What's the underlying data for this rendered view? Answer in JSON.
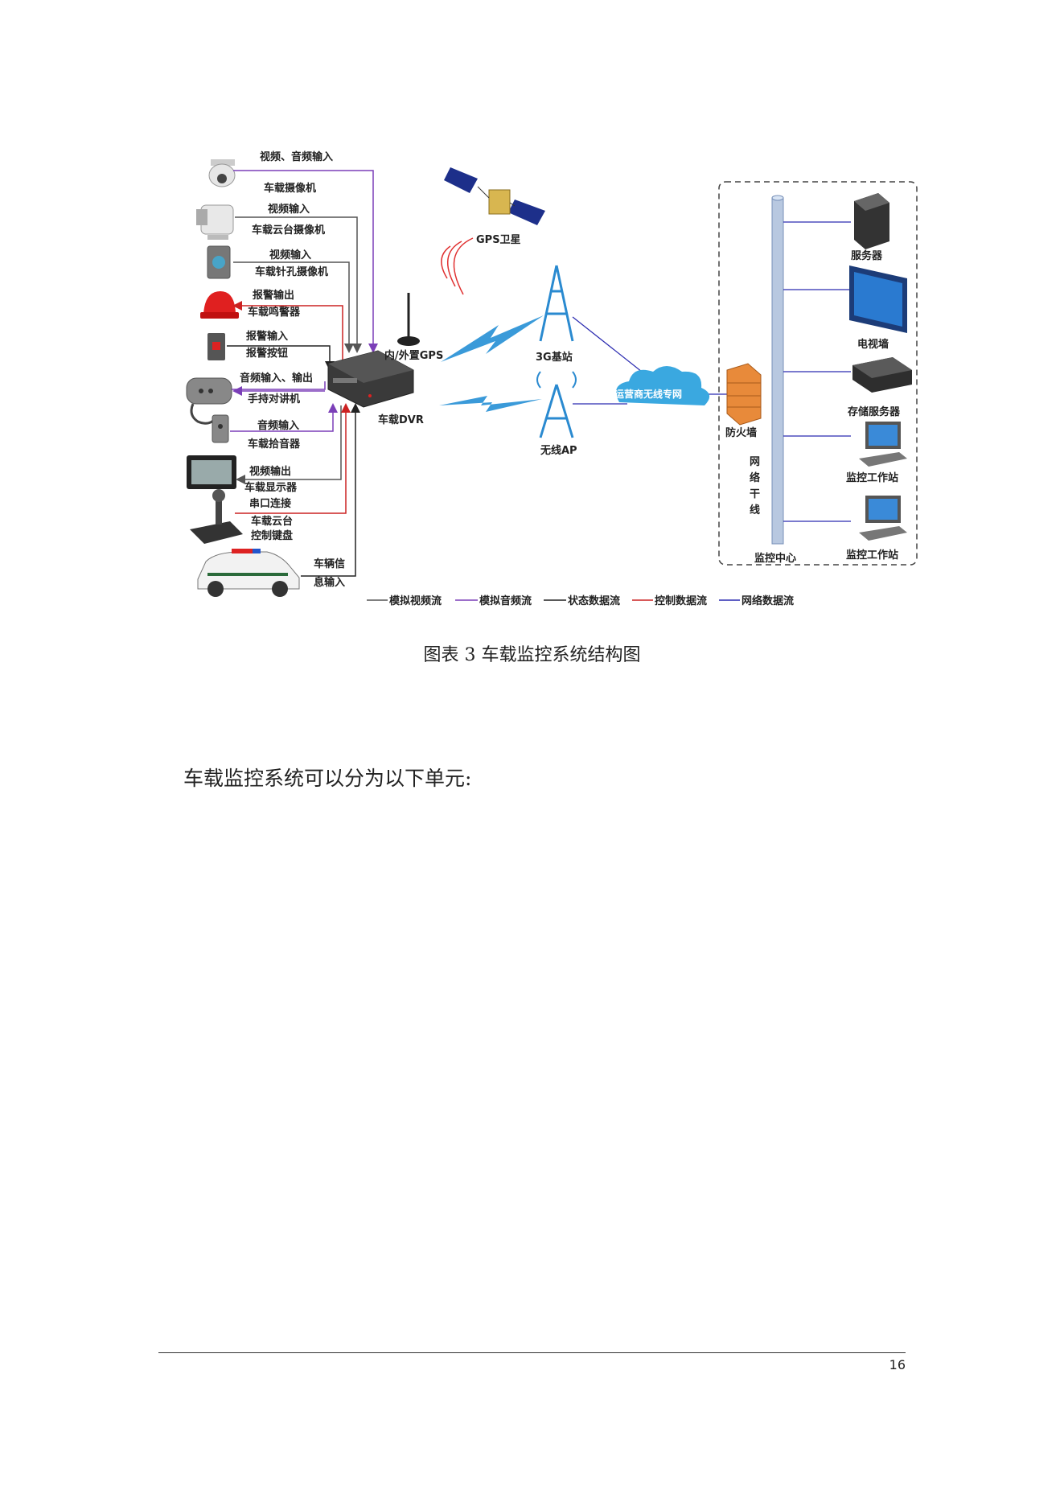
{
  "figure": {
    "caption": "图表 3  车载监控系统结构图",
    "devices_left": [
      {
        "input_label": "视频、音频输入",
        "name": "车载摄像机"
      },
      {
        "input_label": "视频输入",
        "name": "车载云台摄像机"
      },
      {
        "input_label": "视频输入",
        "name": "车载针孔摄像机"
      },
      {
        "input_label": "报警输出",
        "name": "车载鸣警器"
      },
      {
        "input_label": "报警输入",
        "name": "报警按钮"
      },
      {
        "input_label": "音频输入、输出",
        "name": "手持对讲机"
      },
      {
        "input_label": "音频输入",
        "name": "车载拾音器"
      },
      {
        "input_label": "视频输出",
        "name": "车载显示器"
      },
      {
        "input_label": "串口连接",
        "name": "车载云台",
        "name_line2": "控制键盘"
      },
      {
        "input_label": "车辆信",
        "input_label_line2": "息输入",
        "name": ""
      }
    ],
    "dvr_label": "车载DVR",
    "gps_label": "内/外置GPS",
    "satellite_label": "GPS卫星",
    "base_station_label": "3G基站",
    "wireless_ap_label": "无线AP",
    "cloud_label": "运营商无线专网",
    "firewall_label": "防火墙",
    "backbone_label": [
      "网",
      "络",
      "干",
      "线"
    ],
    "monitoring_center_label": "监控中心",
    "servers": [
      "服务器",
      "电视墙",
      "存储服务器",
      "监控工作站",
      "监控工作站"
    ],
    "legend": [
      {
        "label": "模拟视频流",
        "color": "#555555"
      },
      {
        "label": "模拟音频流",
        "color": "#7b3fb8"
      },
      {
        "label": "状态数据流",
        "color": "#222222"
      },
      {
        "label": "控制数据流",
        "color": "#cc2222"
      },
      {
        "label": "网络数据流",
        "color": "#2a2ab0"
      }
    ]
  },
  "body_text": "车载监控系统可以分为以下单元:",
  "page_number": "16"
}
